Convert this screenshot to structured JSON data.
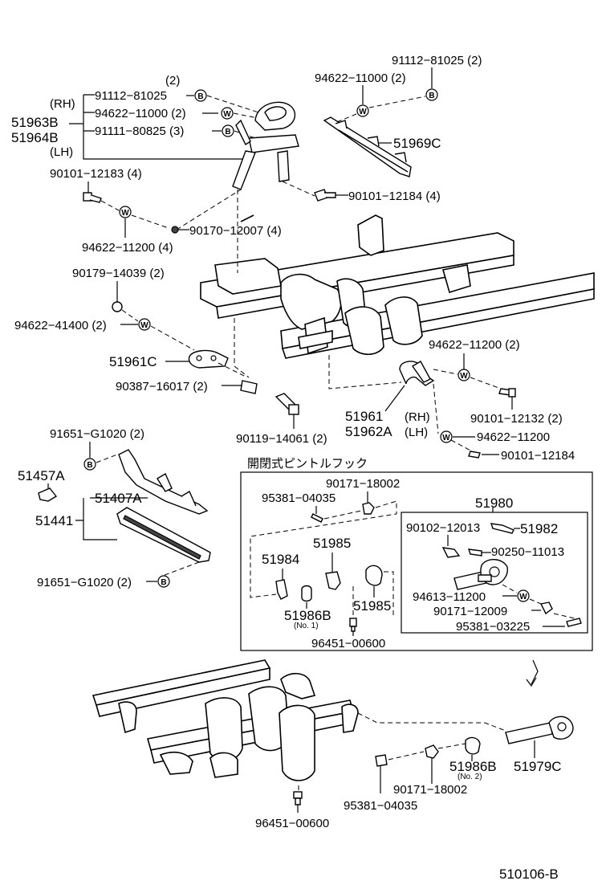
{
  "diagram": {
    "sheet_code": "510106-B",
    "inset_title": "開閉式ピントルフック",
    "washer_symbol": "W",
    "bolt_symbol": "B",
    "labels": {
      "qty2_top": "(2)",
      "rh": "(RH)",
      "lh": "(LH)",
      "p51963B": "51963B",
      "p51964B": "51964B",
      "p91112_81025_a": "91112−81025",
      "p94622_11000_a": "94622−11000 (2)",
      "p91111_80825": "91111−80825 (3)",
      "p91112_81025_b": "91112−81025 (2)",
      "p94622_11000_b": "94622−11000 (2)",
      "p51969C": "51969C",
      "p90101_12183": "90101−12183 (4)",
      "p90101_12184_a": "90101−12184 (4)",
      "p94622_11200_a": "94622−11200 (4)",
      "p90170_12007": "90170−12007 (4)",
      "p90179_14039": "90179−14039 (2)",
      "p94622_41400": "94622−41400 (2)",
      "p51961C": "51961C",
      "p90387_16017": "90387−16017 (2)",
      "p90119_14061": "90119−14061 (2)",
      "p94622_11200_b": "94622−11200 (2)",
      "p90101_12132": "90101−12132 (2)",
      "p51961": "51961",
      "p51962A": "51962A",
      "rh2": "(RH)",
      "lh2": "(LH)",
      "p94622_11200_c": "94622−11200",
      "p90101_12184_b": "90101−12184",
      "p91651_G1020_a": "91651−G1020 (2)",
      "p51457A": "51457A",
      "p51407A": "51407A",
      "p51441": "51441",
      "p91651_G1020_b": "91651−G1020 (2)",
      "p90171_18002_a": "90171−18002",
      "p95381_04035_a": "95381−04035",
      "p51980": "51980",
      "p90102_12013": "90102−12013",
      "p51982": "51982",
      "p90250_11013": "90250−11013",
      "p51984": "51984",
      "p51985_a": "51985",
      "p51985_b": "51985",
      "p51986B_a": "51986B",
      "no1": "(No. 1)",
      "p94613_11200": "94613−11200",
      "p90171_12009": "90171−12009",
      "p95381_03225": "95381−03225",
      "p96451_00600_a": "96451−00600",
      "p51986B_b": "51986B",
      "no2": "(No. 2)",
      "p51979C": "51979C",
      "p90171_18002_b": "90171−18002",
      "p95381_04035_b": "95381−04035",
      "p96451_00600_b": "96451−00600"
    }
  }
}
